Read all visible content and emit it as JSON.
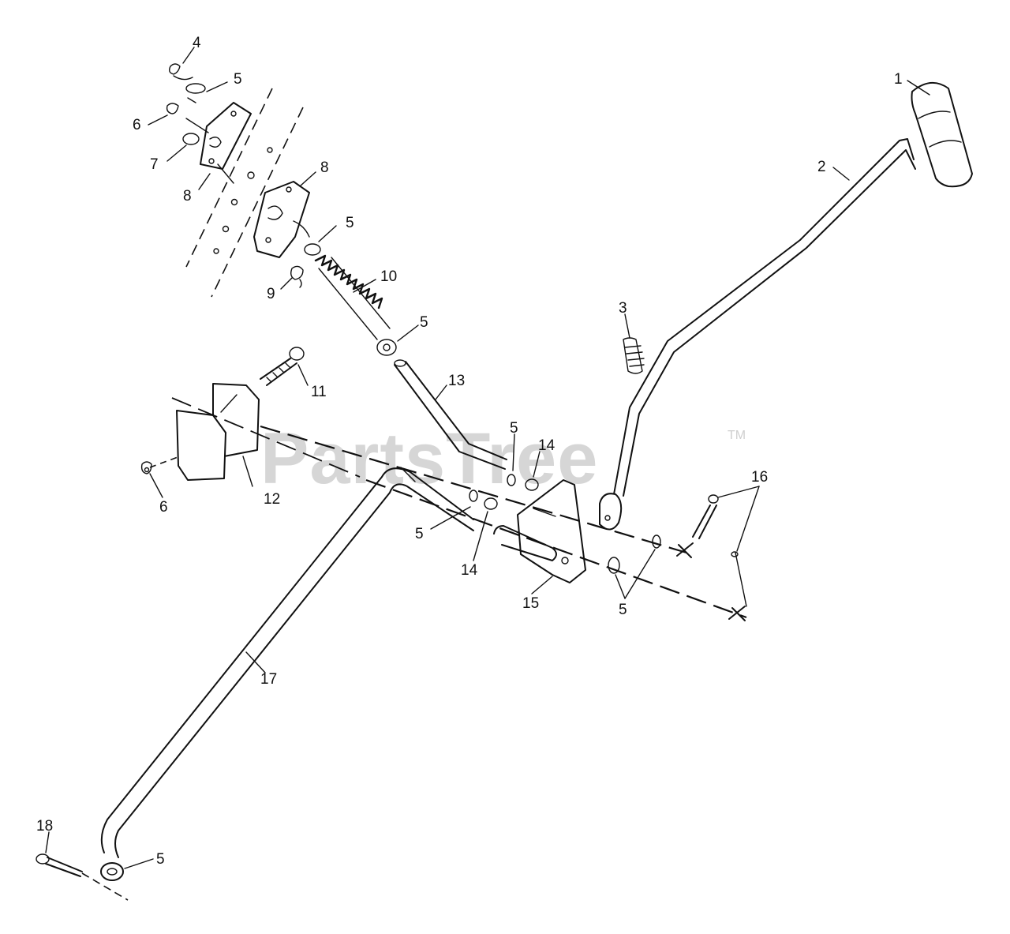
{
  "watermark": {
    "text": "PartsTree",
    "tm": "TM",
    "color": "#d6d6d6"
  },
  "callouts": [
    {
      "id": "c1",
      "label": "1"
    },
    {
      "id": "c2",
      "label": "2"
    },
    {
      "id": "c3",
      "label": "3"
    },
    {
      "id": "c4",
      "label": "4"
    },
    {
      "id": "c5a",
      "label": "5"
    },
    {
      "id": "c5b",
      "label": "5"
    },
    {
      "id": "c5c",
      "label": "5"
    },
    {
      "id": "c5d",
      "label": "5"
    },
    {
      "id": "c5e",
      "label": "5"
    },
    {
      "id": "c5f",
      "label": "5"
    },
    {
      "id": "c5g",
      "label": "5"
    },
    {
      "id": "c5h",
      "label": "5"
    },
    {
      "id": "c6a",
      "label": "6"
    },
    {
      "id": "c6b",
      "label": "6"
    },
    {
      "id": "c7",
      "label": "7"
    },
    {
      "id": "c8a",
      "label": "8"
    },
    {
      "id": "c8b",
      "label": "8"
    },
    {
      "id": "c9",
      "label": "9"
    },
    {
      "id": "c10",
      "label": "10"
    },
    {
      "id": "c11",
      "label": "11"
    },
    {
      "id": "c12",
      "label": "12"
    },
    {
      "id": "c13",
      "label": "13"
    },
    {
      "id": "c14a",
      "label": "14"
    },
    {
      "id": "c14b",
      "label": "14"
    },
    {
      "id": "c15",
      "label": "15"
    },
    {
      "id": "c16",
      "label": "16"
    },
    {
      "id": "c17",
      "label": "17"
    },
    {
      "id": "c18",
      "label": "18"
    }
  ]
}
